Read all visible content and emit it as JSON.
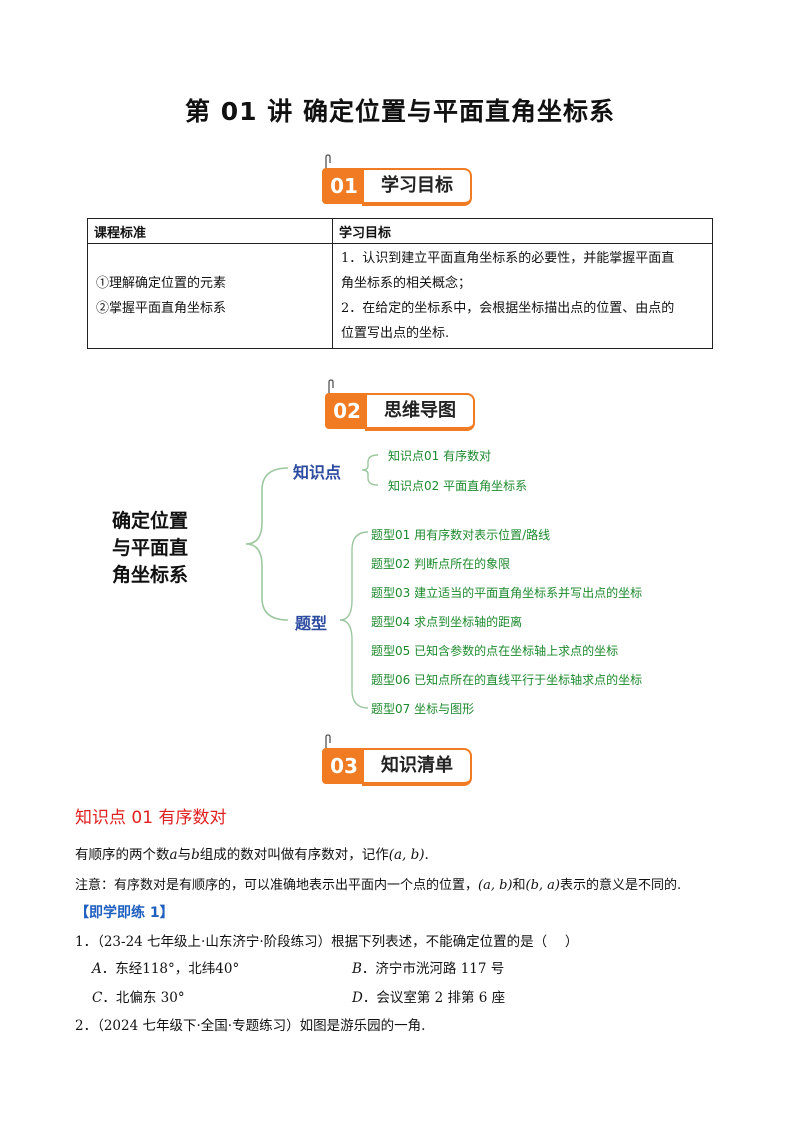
{
  "title": "第 01 讲  确定位置与平面直角坐标系",
  "sections": [
    {
      "num": "01",
      "label": "学习目标"
    },
    {
      "num": "02",
      "label": "思维导图"
    },
    {
      "num": "03",
      "label": "知识清单"
    }
  ],
  "table": {
    "headers": [
      "课程标准",
      "学习目标"
    ],
    "standards": [
      "①理解确定位置的元素",
      "②掌握平面直角坐标系"
    ],
    "goals": [
      "1．认识到建立平面直角坐标系的必要性，并能掌握平面直",
      "角坐标系的相关概念；",
      "2．在给定的坐标系中，会根据坐标描出点的位置、由点的",
      "位置写出点的坐标."
    ]
  },
  "mindmap": {
    "center": [
      "确定位置",
      "与平面直",
      "角坐标系"
    ],
    "branches": [
      {
        "label": "知识点",
        "leaves": [
          "知识点01  有序数对",
          "知识点02  平面直角坐标系"
        ]
      },
      {
        "label": "题型",
        "leaves": [
          "题型01  用有序数对表示位置/路线",
          "题型02  判断点所在的象限",
          "题型03  建立适当的平面直角坐标系并写出点的坐标",
          "题型04  求点到坐标轴的距离",
          "题型05  已知含参数的点在坐标轴上求点的坐标",
          "题型06  已知点所在的直线平行于坐标轴求点的坐标",
          "题型07  坐标与图形"
        ]
      }
    ]
  },
  "knowledge": {
    "title": "知识点 01    有序数对",
    "para1": {
      "a": "有顺序的两个数",
      "var_a": "a",
      "b": "与",
      "var_b": "b",
      "c": "组成的数对叫做有序数对，记作",
      "expr": "(a, b)",
      "end": "."
    },
    "para2": {
      "a": "注意：有序数对是有顺序的，可以准确地表示出平面内一个点的位置，",
      "expr1": "(a, b)",
      "and": "和",
      "expr2": "(b, a)",
      "end": "表示的意义是不同的."
    },
    "practice": "【即学即练 1】",
    "q1": "1．（23-24 七年级上·山东济宁·阶段练习）根据下列表述，不能确定位置的是（　 ）",
    "options": [
      {
        "key": "A",
        "text": "．东经118°，北纬40°"
      },
      {
        "key": "B",
        "text": "．济宁市洸河路 117 号"
      },
      {
        "key": "C",
        "text": "．北偏东 30°"
      },
      {
        "key": "D",
        "text": "．会议室第 2 排第 6 座"
      }
    ],
    "q2": "2．（2024 七年级下·全国·专题练习）如图是游乐园的一角."
  },
  "colors": {
    "badge": "#f07b22",
    "branch": "#2b4aa0",
    "leaf": "#1e8a2e",
    "brace": "#9dc89f",
    "kp_title": "#e02020",
    "practice": "#1f5fbf"
  }
}
